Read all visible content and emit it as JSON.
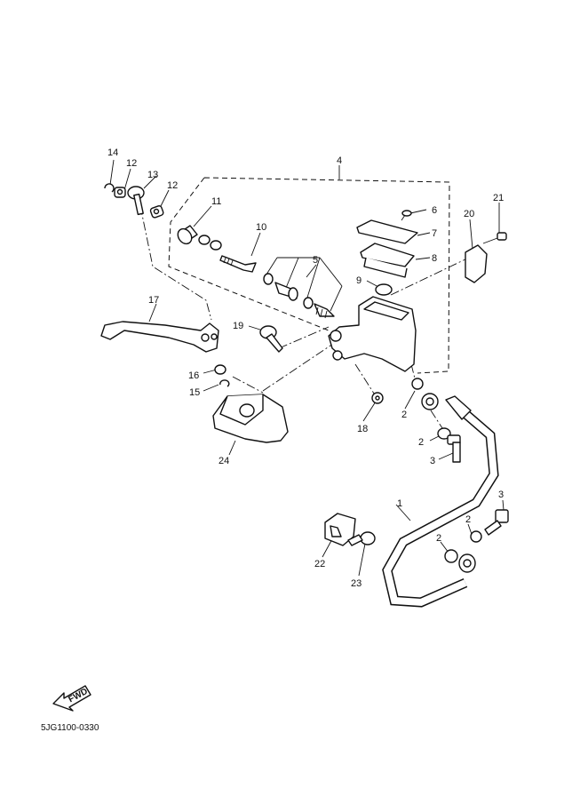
{
  "callouts": [
    {
      "id": "c1",
      "label": "1"
    },
    {
      "id": "c2a",
      "label": "2"
    },
    {
      "id": "c2b",
      "label": "2"
    },
    {
      "id": "c2c",
      "label": "2"
    },
    {
      "id": "c2d",
      "label": "2"
    },
    {
      "id": "c3a",
      "label": "3"
    },
    {
      "id": "c3b",
      "label": "3"
    },
    {
      "id": "c4",
      "label": "4"
    },
    {
      "id": "c5",
      "label": "5"
    },
    {
      "id": "c6",
      "label": "6"
    },
    {
      "id": "c7",
      "label": "7"
    },
    {
      "id": "c8",
      "label": "8"
    },
    {
      "id": "c9",
      "label": "9"
    },
    {
      "id": "c10",
      "label": "10"
    },
    {
      "id": "c11",
      "label": "11"
    },
    {
      "id": "c12a",
      "label": "12"
    },
    {
      "id": "c12b",
      "label": "12"
    },
    {
      "id": "c13",
      "label": "13"
    },
    {
      "id": "c14",
      "label": "14"
    },
    {
      "id": "c15",
      "label": "15"
    },
    {
      "id": "c16",
      "label": "16"
    },
    {
      "id": "c17",
      "label": "17"
    },
    {
      "id": "c18",
      "label": "18"
    },
    {
      "id": "c19",
      "label": "19"
    },
    {
      "id": "c20",
      "label": "20"
    },
    {
      "id": "c21",
      "label": "21"
    },
    {
      "id": "c22",
      "label": "22"
    },
    {
      "id": "c23",
      "label": "23"
    },
    {
      "id": "c24",
      "label": "24"
    }
  ],
  "fwd_label": "FWD",
  "diagram_code": "5JG1100-0330",
  "icons": {
    "fwd_arrow": "fwd-arrow-icon"
  }
}
